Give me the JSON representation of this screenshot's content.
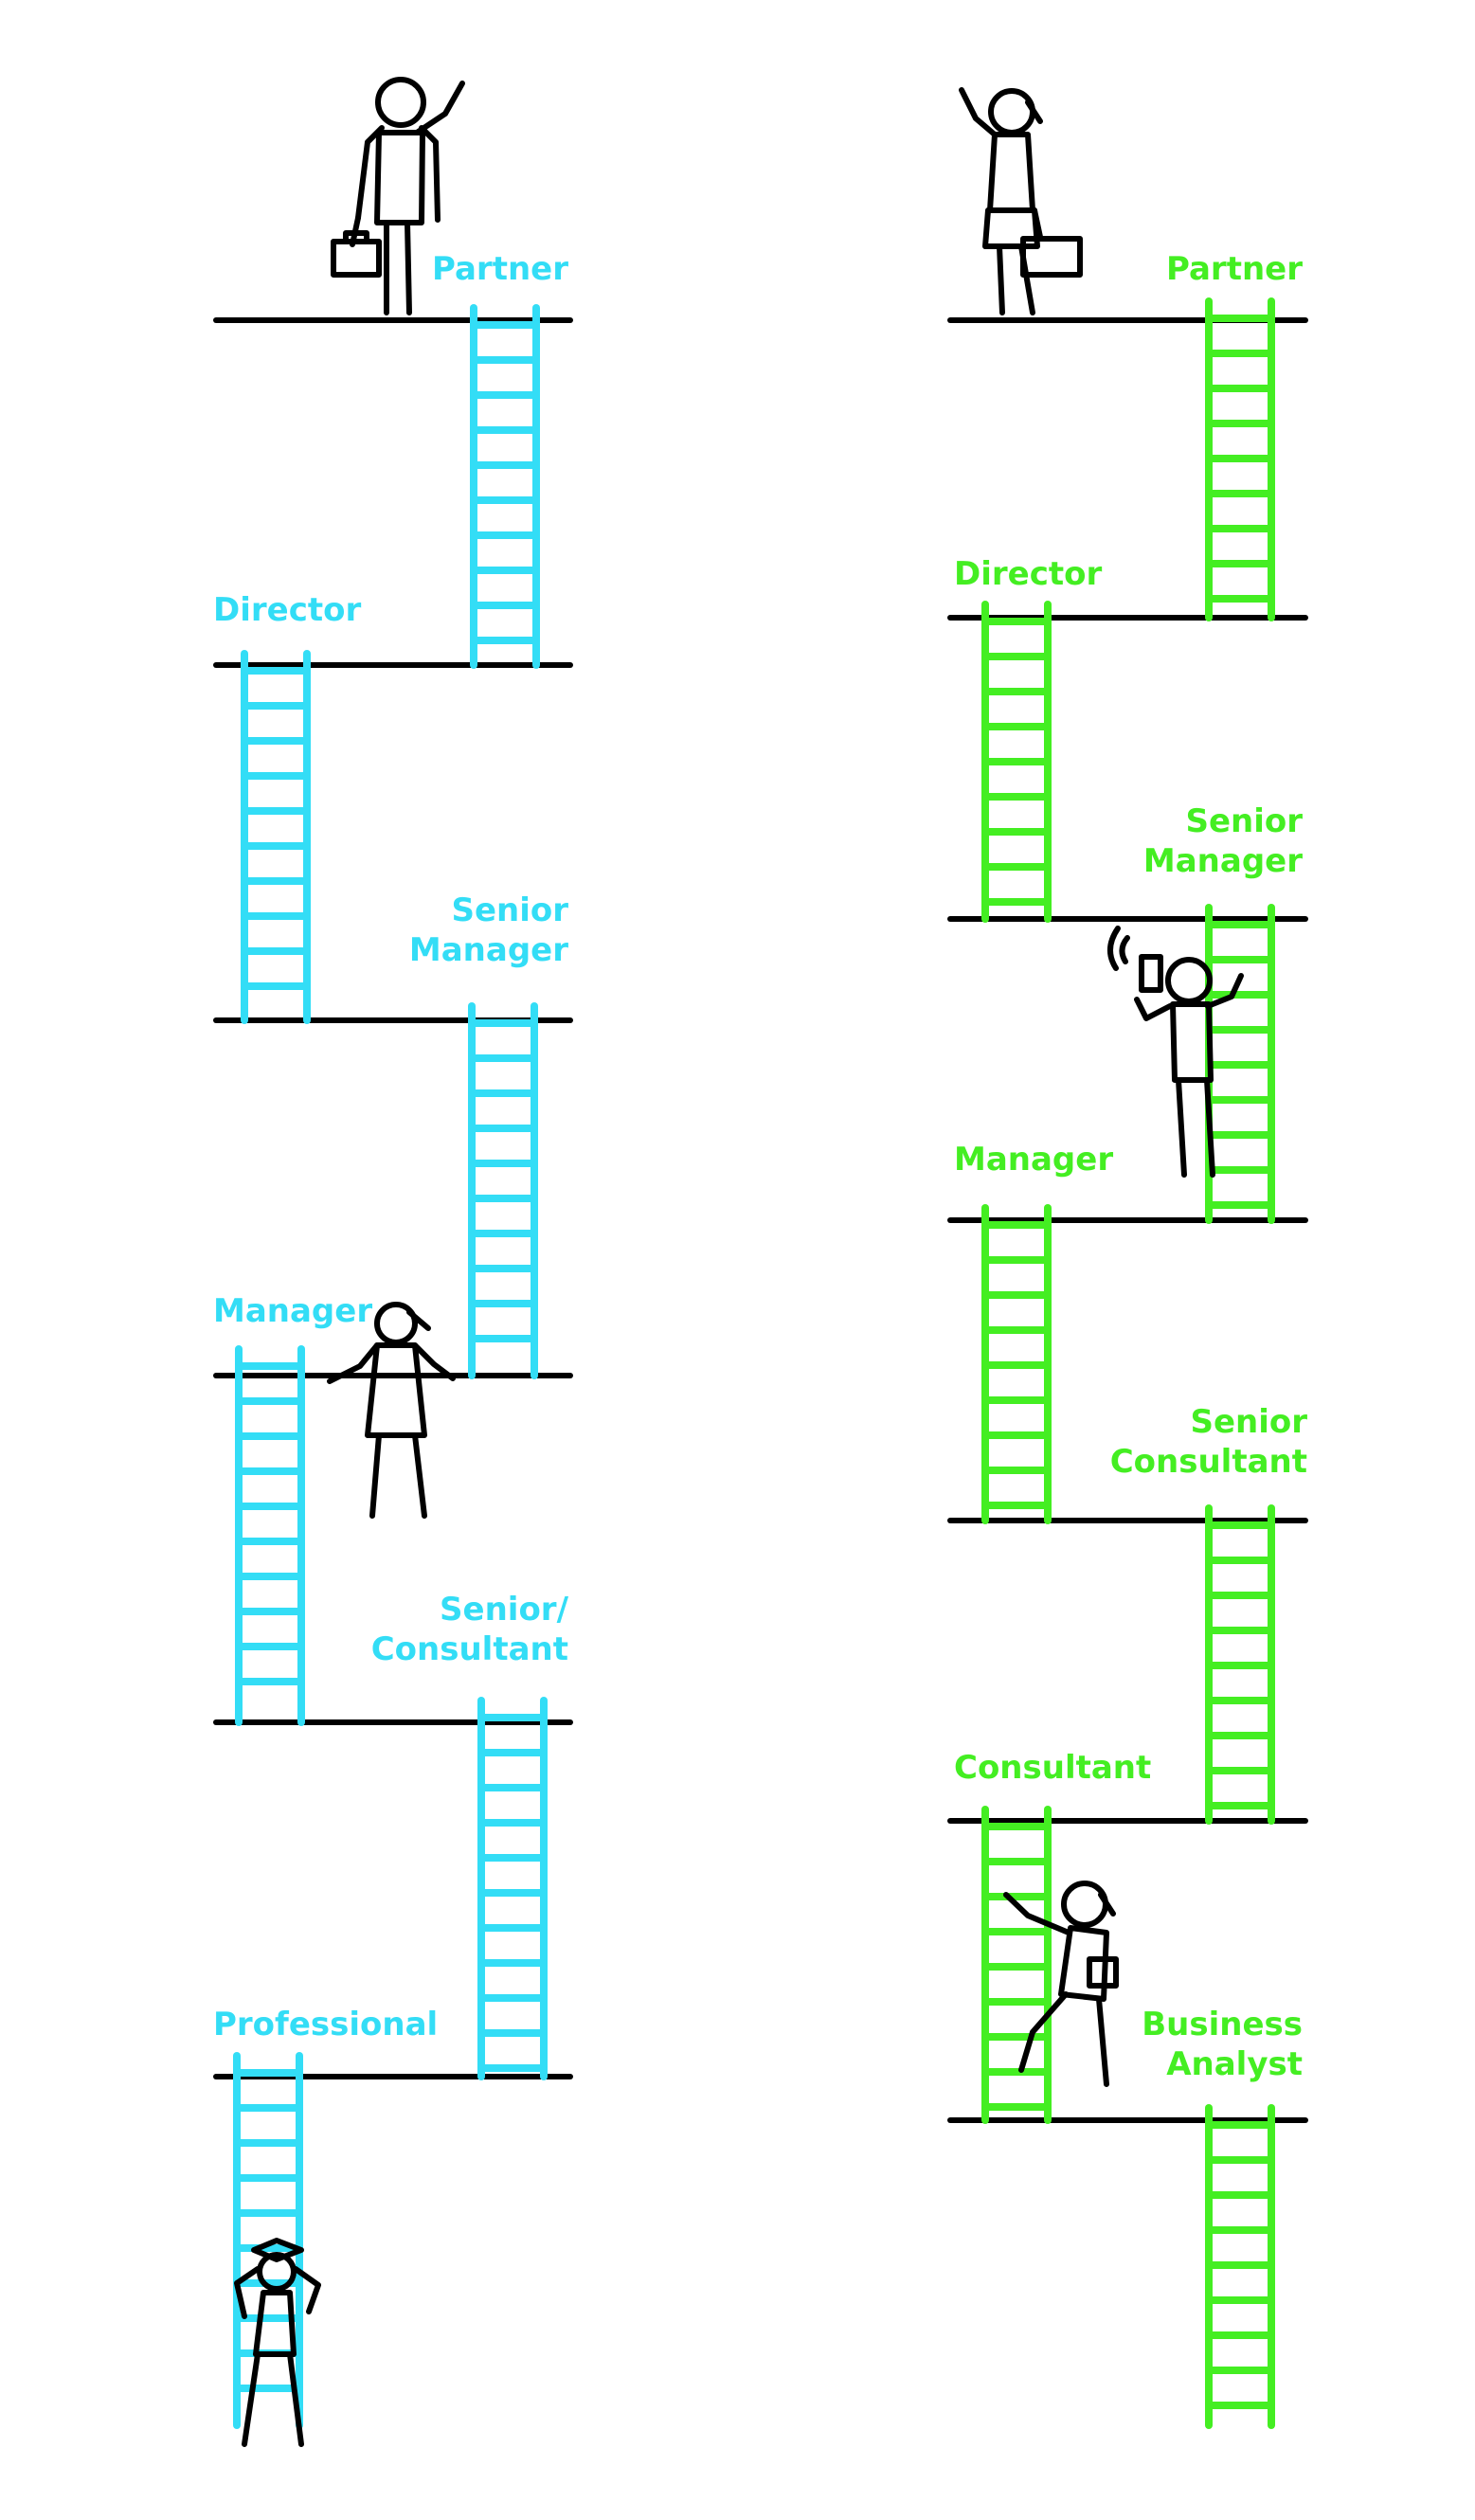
{
  "colors": {
    "left_accent": "#33DDF6",
    "right_accent": "#44EE22",
    "line": "#000000",
    "background": "#FFFFFF"
  },
  "left_track": {
    "levels": [
      {
        "lines": [
          "Partner"
        ]
      },
      {
        "lines": [
          "Director"
        ]
      },
      {
        "lines": [
          "Senior",
          "Manager"
        ]
      },
      {
        "lines": [
          "Manager"
        ]
      },
      {
        "lines": [
          "Senior/",
          "Consultant"
        ]
      },
      {
        "lines": [
          "Professional"
        ]
      }
    ],
    "figures": [
      "businessman-waving-icon",
      "businesswoman-hanging-icon",
      "graduate-climbing-icon"
    ]
  },
  "right_track": {
    "levels": [
      {
        "lines": [
          "Partner"
        ]
      },
      {
        "lines": [
          "Director"
        ]
      },
      {
        "lines": [
          "Senior",
          "Manager"
        ]
      },
      {
        "lines": [
          "Manager"
        ]
      },
      {
        "lines": [
          "Senior",
          "Consultant"
        ]
      },
      {
        "lines": [
          "Consultant"
        ]
      },
      {
        "lines": [
          "Business",
          "Analyst"
        ]
      }
    ],
    "figures": [
      "businesswoman-waving-icon",
      "businessman-phone-icon",
      "woman-climbing-icon"
    ]
  }
}
